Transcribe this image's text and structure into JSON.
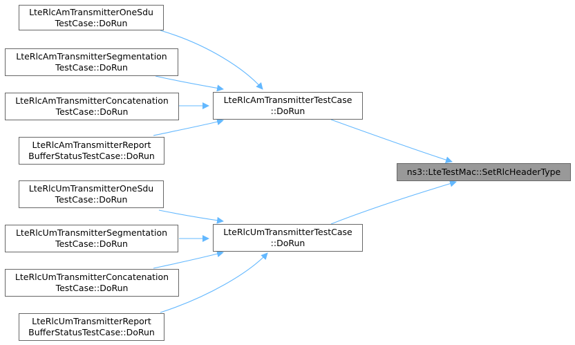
{
  "target": {
    "line1": "ns3::LteTestMac::SetRlcHeaderType",
    "fill": "#999999"
  },
  "edge_color": "#63b8ff",
  "nodes": {
    "am_one_sdu": {
      "line1": "LteRlcAmTransmitterOneSdu",
      "line2": "TestCase::DoRun"
    },
    "am_segmentation": {
      "line1": "LteRlcAmTransmitterSegmentation",
      "line2": "TestCase::DoRun"
    },
    "am_concatenation": {
      "line1": "LteRlcAmTransmitterConcatenation",
      "line2": "TestCase::DoRun"
    },
    "am_report": {
      "line1": "LteRlcAmTransmitterReport",
      "line2": "BufferStatusTestCase::DoRun"
    },
    "am_testcase": {
      "line1": "LteRlcAmTransmitterTestCase",
      "line2": "::DoRun"
    },
    "um_one_sdu": {
      "line1": "LteRlcUmTransmitterOneSdu",
      "line2": "TestCase::DoRun"
    },
    "um_segmentation": {
      "line1": "LteRlcUmTransmitterSegmentation",
      "line2": "TestCase::DoRun"
    },
    "um_concatenation": {
      "line1": "LteRlcUmTransmitterConcatenation",
      "line2": "TestCase::DoRun"
    },
    "um_report": {
      "line1": "LteRlcUmTransmitterReport",
      "line2": "BufferStatusTestCase::DoRun"
    },
    "um_testcase": {
      "line1": "LteRlcUmTransmitterTestCase",
      "line2": "::DoRun"
    }
  },
  "edges": [
    {
      "from": "am_one_sdu",
      "to": "am_testcase"
    },
    {
      "from": "am_segmentation",
      "to": "am_testcase"
    },
    {
      "from": "am_concatenation",
      "to": "am_testcase"
    },
    {
      "from": "am_report",
      "to": "am_testcase"
    },
    {
      "from": "am_testcase",
      "to": "target"
    },
    {
      "from": "um_one_sdu",
      "to": "um_testcase"
    },
    {
      "from": "um_segmentation",
      "to": "um_testcase"
    },
    {
      "from": "um_concatenation",
      "to": "um_testcase"
    },
    {
      "from": "um_report",
      "to": "um_testcase"
    },
    {
      "from": "um_testcase",
      "to": "target"
    }
  ]
}
